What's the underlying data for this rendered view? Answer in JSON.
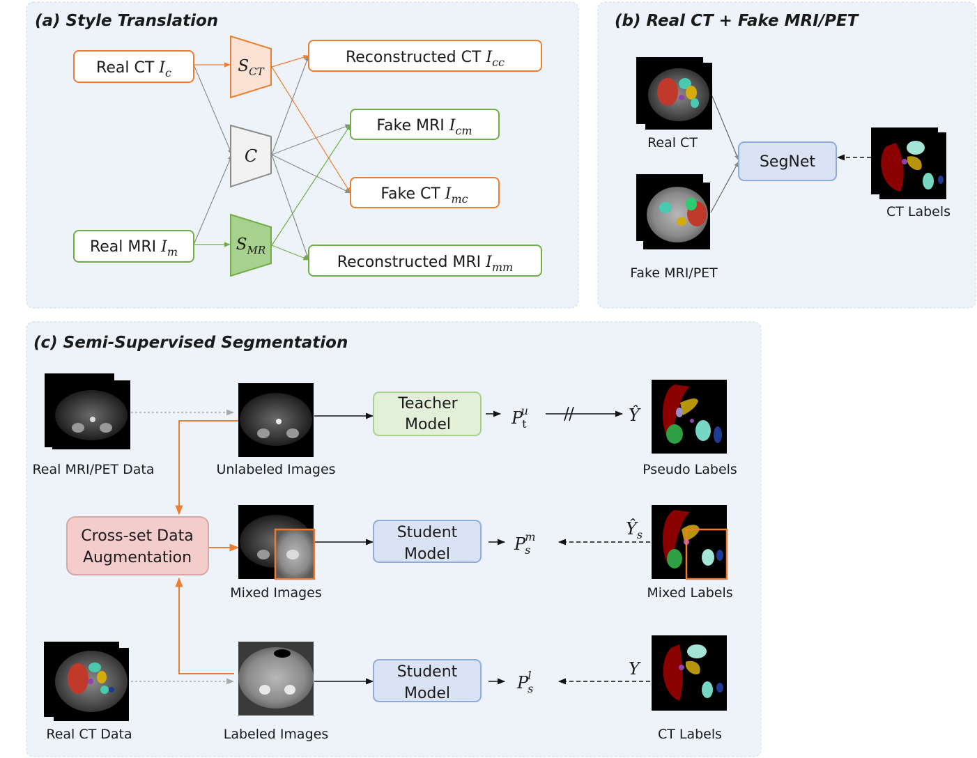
{
  "colors": {
    "panel_bg": "#eef3fa",
    "panel_border": "#c9d6e8",
    "ct_orange": "#ed7d31",
    "ct_fill": "#fbe2d2",
    "mri_green": "#70ad47",
    "mri_fill": "#a9d18e",
    "content_gray": "#d9d9d9",
    "blue_box": "#dae3f3",
    "blue_border": "#8faadc",
    "teacher_fill": "#e2efd9",
    "teacher_border": "#a9d18e",
    "aug_fill": "#f4cccc",
    "aug_border": "#d8a8a8"
  },
  "panel_a": {
    "title": "(a) Style Translation",
    "real_ct": {
      "text": "Real CT ",
      "sym": "I",
      "sub": "c"
    },
    "real_mri": {
      "text": "Real MRI ",
      "sym": "I",
      "sub": "m"
    },
    "s_ct": {
      "sym": "S",
      "sub": "CT"
    },
    "content": {
      "sym": "C"
    },
    "s_mr": {
      "sym": "S",
      "sub": "MR"
    },
    "recon_ct": {
      "text": "Reconstructed CT ",
      "sym": "I",
      "sub": "cc"
    },
    "fake_mri": {
      "text": "Fake MRI ",
      "sym": "I",
      "sub": "cm"
    },
    "fake_ct": {
      "text": "Fake CT ",
      "sym": "I",
      "sub": "mc"
    },
    "recon_mri": {
      "text": "Reconstructed MRI  ",
      "sym": "I",
      "sub": "mm"
    }
  },
  "panel_b": {
    "title": "(b) Real CT + Fake MRI/PET",
    "real_ct_caption": "Real CT",
    "fake_caption": "Fake MRI/PET",
    "segnet": "SegNet",
    "labels_caption": "CT Labels"
  },
  "panel_c": {
    "title": "(c) Semi-Supervised Segmentation",
    "captions": {
      "real_mri_data": "Real MRI/PET Data",
      "unlabeled": "Unlabeled Images",
      "mixed_images": "Mixed Images",
      "labeled": "Labeled Images",
      "real_ct_data": "Real CT Data",
      "pseudo_labels": "Pseudo Labels",
      "mixed_labels": "Mixed Labels",
      "ct_labels": "CT Labels"
    },
    "teacher": {
      "line1": "Teacher",
      "line2": "Model"
    },
    "student1": {
      "line1": "Student",
      "line2": "Model"
    },
    "student2": {
      "line1": "Student",
      "line2": "Model"
    },
    "augment": {
      "line1": "Cross-set Data",
      "line2": "Augmentation"
    },
    "p_tu": {
      "sym": "P",
      "sub": "t",
      "sup": "u"
    },
    "p_sm": {
      "sym": "P",
      "sub": "s",
      "sup": "m"
    },
    "p_sl": {
      "sym": "P",
      "sub": "s",
      "sup": "l"
    },
    "y_hat": {
      "sym": "Ŷ"
    },
    "y_hat_s": {
      "sym": "Ŷ",
      "sub": "s"
    },
    "y": {
      "sym": "Y"
    }
  }
}
